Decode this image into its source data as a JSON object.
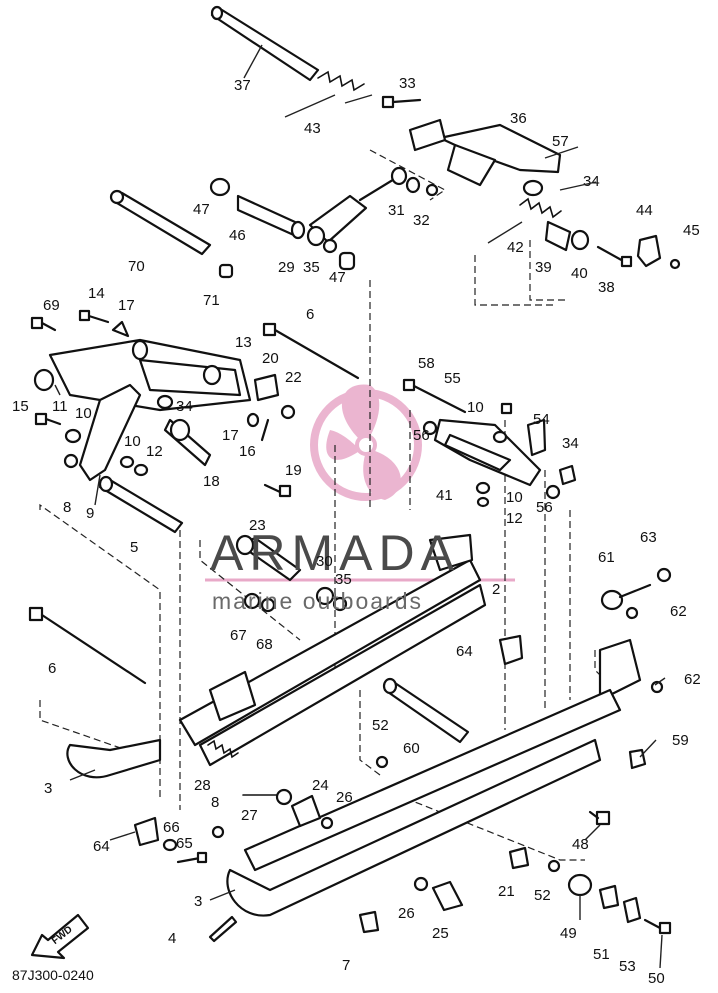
{
  "watermark": {
    "brand": "ARMADA",
    "tagline": "marine outboards",
    "colors": {
      "logo": "#e8a9c8",
      "text": "#4a4a4a"
    }
  },
  "drawing_code": "87J300-0240",
  "fwd_arrow_label": "FWD",
  "part_labels": [
    "37",
    "33",
    "43",
    "36",
    "57",
    "34",
    "47",
    "46",
    "31",
    "32",
    "44",
    "45",
    "70",
    "29",
    "35",
    "47",
    "42",
    "39",
    "40",
    "38",
    "71",
    "69",
    "14",
    "17",
    "6",
    "13",
    "20",
    "15",
    "11",
    "10",
    "34",
    "22",
    "58",
    "55",
    "10",
    "54",
    "10",
    "12",
    "17",
    "16",
    "34",
    "8",
    "9",
    "18",
    "19",
    "56",
    "41",
    "10",
    "12",
    "56",
    "5",
    "23",
    "30",
    "35",
    "2",
    "61",
    "63",
    "67",
    "68",
    "62",
    "6",
    "64",
    "62",
    "60",
    "52",
    "59",
    "3",
    "28",
    "8",
    "24",
    "26",
    "27",
    "64",
    "66",
    "65",
    "48",
    "3",
    "21",
    "52",
    "26",
    "49",
    "25",
    "51",
    "53",
    "4",
    "7",
    "50"
  ]
}
